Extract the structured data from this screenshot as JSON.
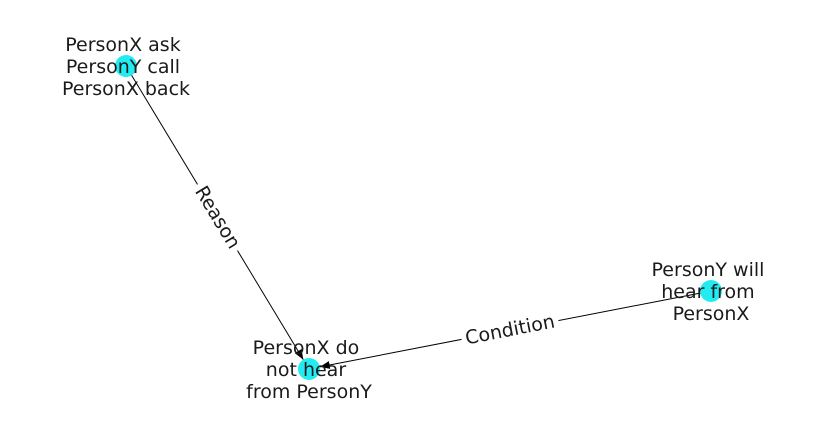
{
  "graph": {
    "node_color": "#22ecf2",
    "edge_color": "#000000",
    "nodes": [
      {
        "id": "n1",
        "lines": [
          "PersonX ask",
          "PersonY call",
          "PersonX back"
        ]
      },
      {
        "id": "n2",
        "lines": [
          "PersonX do",
          "not hear",
          "from PersonY"
        ]
      },
      {
        "id": "n3",
        "lines": [
          "PersonY will",
          "hear from",
          "PersonX"
        ]
      }
    ],
    "edges": [
      {
        "source": "n1",
        "target": "n2",
        "label": "Reason"
      },
      {
        "source": "n3",
        "target": "n2",
        "label": "Condition"
      }
    ]
  }
}
